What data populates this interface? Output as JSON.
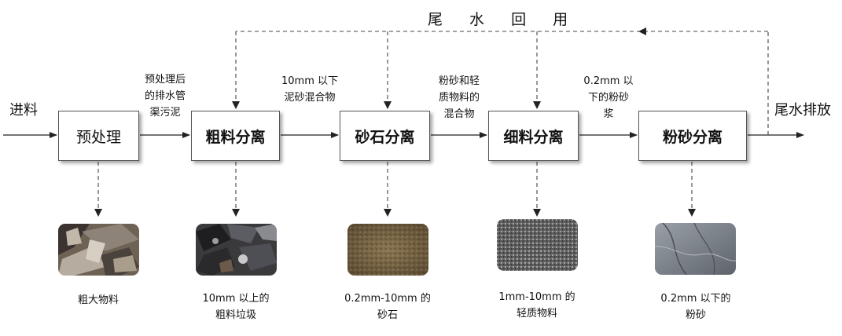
{
  "diagram": {
    "title": "尾 水 回 用",
    "input_label": "进料",
    "output_label": "尾水排放",
    "stages": [
      {
        "label": "预处理"
      },
      {
        "label": "粗料分离"
      },
      {
        "label": "砂石分离"
      },
      {
        "label": "细料分离"
      },
      {
        "label": "粉砂分离"
      }
    ],
    "flow_labels": [
      {
        "lines": [
          "预处理后",
          "的排水管",
          "渠污泥"
        ]
      },
      {
        "lines": [
          "10mm 以下",
          "泥砂混合物"
        ]
      },
      {
        "lines": [
          "粉砂和轻",
          "质物料的",
          "混合物"
        ]
      },
      {
        "lines": [
          "0.2mm 以",
          "下的粉砂",
          "浆"
        ]
      }
    ],
    "outputs": [
      {
        "lines": [
          "粗大物料"
        ],
        "image": "debris-photo"
      },
      {
        "lines": [
          "10mm 以上的",
          "粗料垃圾"
        ],
        "image": "coarse-waste-photo"
      },
      {
        "lines": [
          "0.2mm-10mm 的",
          "砂石"
        ],
        "image": "sand-gravel-photo"
      },
      {
        "lines": [
          "1mm-10mm 的",
          "轻质物料"
        ],
        "image": "light-material-photo"
      },
      {
        "lines": [
          "0.2mm 以下的",
          "粉砂"
        ],
        "image": "silt-photo"
      }
    ]
  }
}
